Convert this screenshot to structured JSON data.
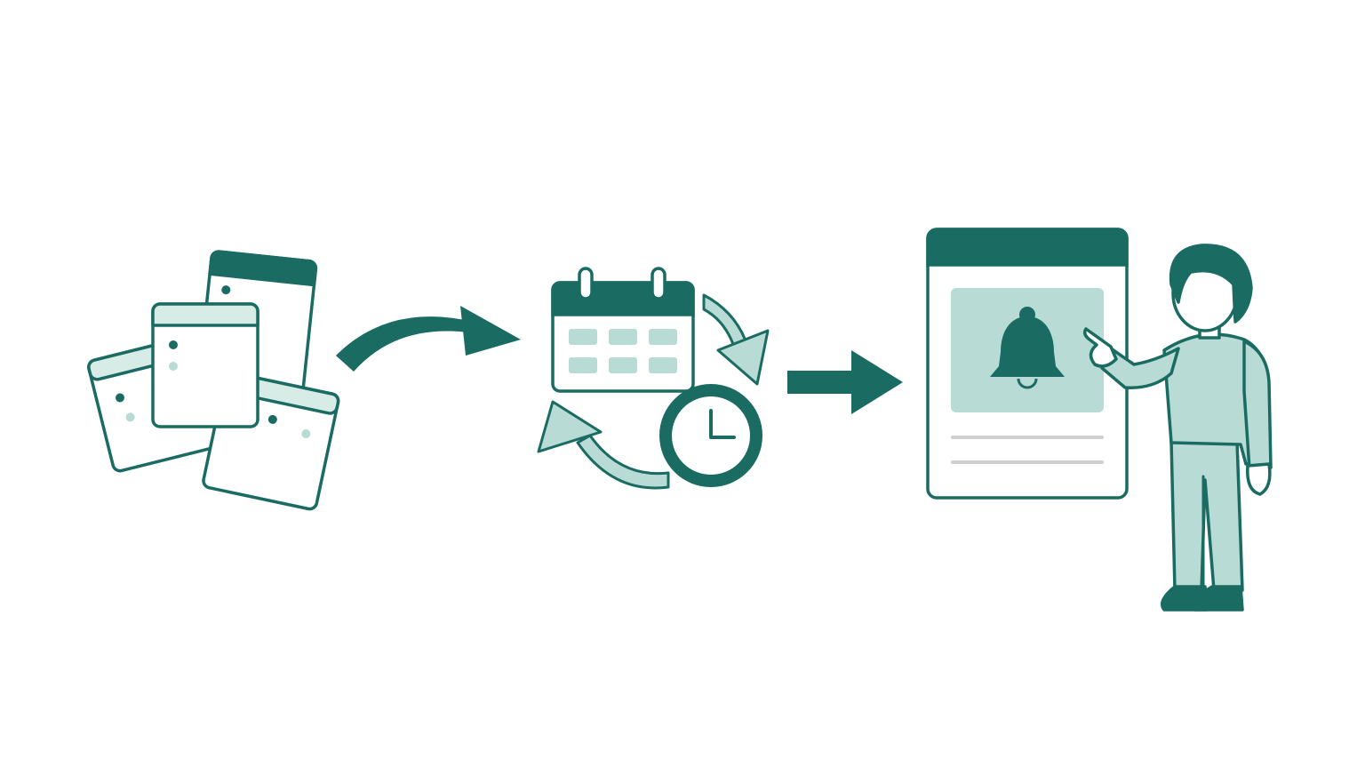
{
  "colors": {
    "primary": "#1a6b62",
    "light": "#b9dbd5",
    "pale": "#d7ebe7",
    "background": "#ffffff",
    "line_gray": "#cfcfcf"
  },
  "steps": [
    {
      "id": "scattered-calendars",
      "icons": [
        "calendar-stack-icon"
      ]
    },
    {
      "id": "recurring-schedule",
      "icons": [
        "calendar-icon",
        "cycle-arrows-icon",
        "clock-icon"
      ]
    },
    {
      "id": "notification-reminder",
      "icons": [
        "notification-window-icon",
        "bell-icon",
        "person-pointing-icon"
      ]
    }
  ],
  "connectors": [
    {
      "from": "scattered-calendars",
      "to": "recurring-schedule",
      "style": "curved",
      "icon": "curved-arrow-icon"
    },
    {
      "from": "recurring-schedule",
      "to": "notification-reminder",
      "style": "straight",
      "icon": "straight-arrow-icon"
    }
  ]
}
